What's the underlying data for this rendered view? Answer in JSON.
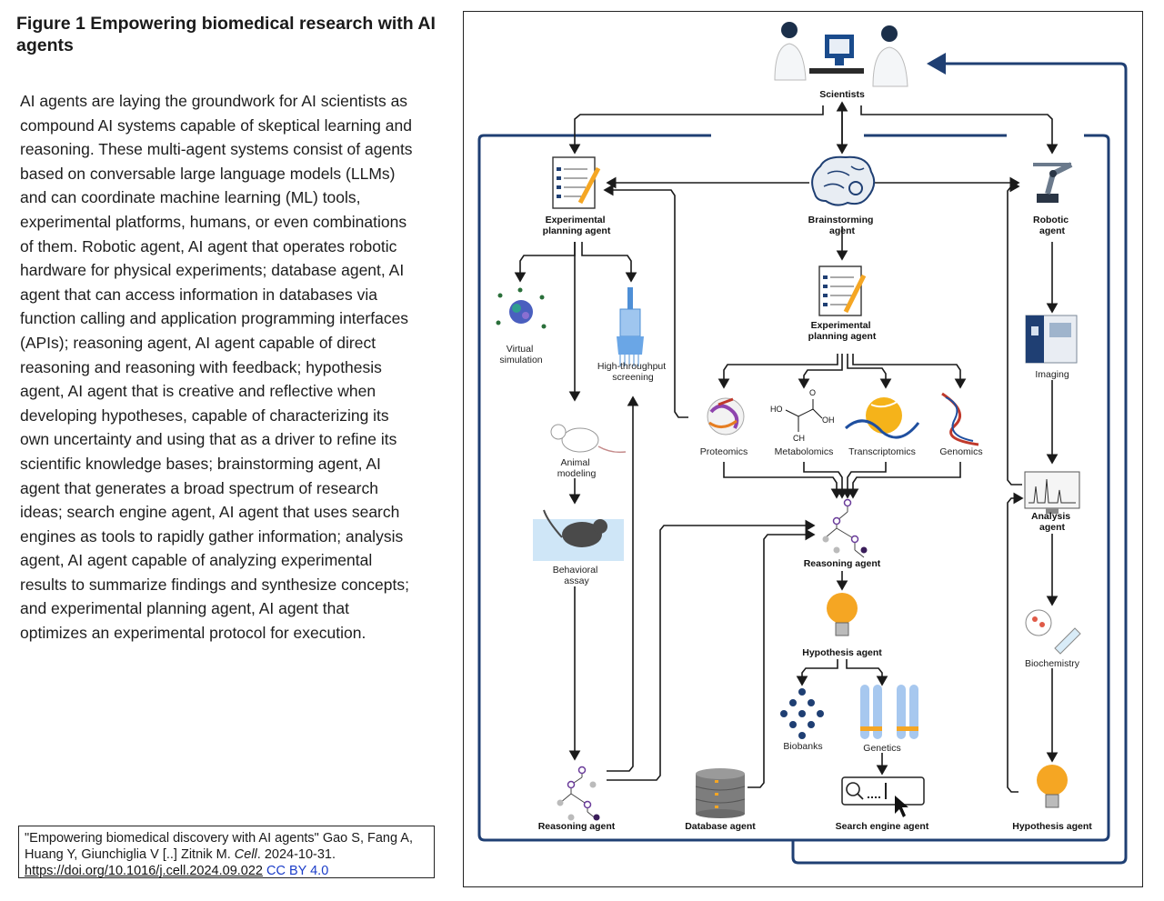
{
  "figure": {
    "title": "Figure 1 Empowering biomedical research with AI agents",
    "description": "AI agents are laying the groundwork for AI scientists as compound AI systems capable of skeptical learning and reasoning. These multi-agent systems consist of agents based on conversable large language models (LLMs) and can coordinate machine learning (ML) tools, experimental platforms, humans, or even combinations of them. Robotic agent, AI agent that operates robotic hardware for physical experiments; database agent, AI agent that can access information in databases via function calling and application programming interfaces (APIs); reasoning agent, AI agent capable of direct reasoning and reasoning with feedback; hypothesis agent, AI agent that is creative and reflective when developing hypotheses, capable of characterizing its own uncertainty and using that as a driver to refine its scientific knowledge bases; brainstorming agent, AI agent that generates a broad spectrum of research ideas; search engine agent, AI agent that uses search engines as tools to rapidly gather information; analysis agent, AI agent capable of analyzing experimental results to summarize findings and synthesize concepts; and experimental planning agent, AI agent that optimizes an experimental protocol for execution."
  },
  "citation": {
    "text_before": "\"Empowering biomedical discovery with AI agents\" Gao S, Fang A, Huang Y, Giunchiglia V [..] Zitnik M. ",
    "journal": "Cell",
    "text_after": ". 2024-10-31.",
    "doi": "https://doi.org/10.1016/j.cell.2024.09.022",
    "license": "CC BY 4.0"
  },
  "diagram": {
    "scientists": "Scientists",
    "exp_planning_left": [
      "Experimental",
      "planning agent"
    ],
    "brainstorming": [
      "Brainstorming",
      "agent"
    ],
    "robotic": [
      "Robotic",
      "agent"
    ],
    "virtual_sim": [
      "Virtual",
      "simulation"
    ],
    "htp": [
      "High-throughput",
      "screening"
    ],
    "animal": [
      "Animal",
      "modeling"
    ],
    "behavioral": [
      "Behavioral",
      "assay"
    ],
    "exp_planning_center": [
      "Experimental",
      "planning agent"
    ],
    "proteomics": "Proteomics",
    "metabolomics": "Metabolomics",
    "transcriptomics": "Transcriptomics",
    "genomics": "Genomics",
    "reasoning_center": "Reasoning agent",
    "hypothesis_center": "Hypothesis agent",
    "biobanks": "Biobanks",
    "genetics": "Genetics",
    "reasoning_left": "Reasoning agent",
    "database": "Database agent",
    "search": "Search engine agent",
    "imaging": "Imaging",
    "analysis": [
      "Analysis",
      "agent"
    ],
    "biochemistry": "Biochemistry",
    "hypothesis_right": "Hypothesis agent",
    "chem": {
      "ho": "HO",
      "oh": "OH",
      "o": "O",
      "ch": "CH"
    }
  },
  "colors": {
    "loop": "#1f3f73",
    "bulb": "#f5a623",
    "connector": "#1a1a1a"
  }
}
